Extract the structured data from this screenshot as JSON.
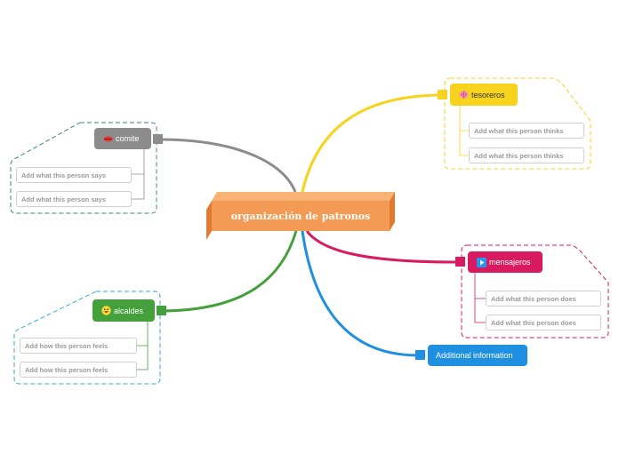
{
  "central": {
    "label": "organización de patronos",
    "color": "#f39a55"
  },
  "branches": [
    {
      "id": "comite",
      "label": "comite",
      "icon": "lips-icon",
      "color": "#8c8c8c",
      "leaves": [
        "Add what this person says",
        "Add what this person says"
      ]
    },
    {
      "id": "tesoreros",
      "label": "tesoreros",
      "icon": "brain-icon",
      "color": "#f7d31e",
      "leaves": [
        "Add what this person thinks",
        "Add what this person thinks"
      ]
    },
    {
      "id": "mensajeros",
      "label": "mensajeros",
      "icon": "play-icon",
      "color": "#d81b60",
      "leaves": [
        "Add what this person does",
        "Add what this person does"
      ]
    },
    {
      "id": "alcaldes",
      "label": "alcaldes",
      "icon": "smiley-icon",
      "color": "#43a03a",
      "leaves": [
        "Add how this person feels",
        "Add how this person feels"
      ]
    },
    {
      "id": "additional",
      "label": "Additional information",
      "icon": "",
      "color": "#1e8fe1",
      "leaves": []
    }
  ]
}
